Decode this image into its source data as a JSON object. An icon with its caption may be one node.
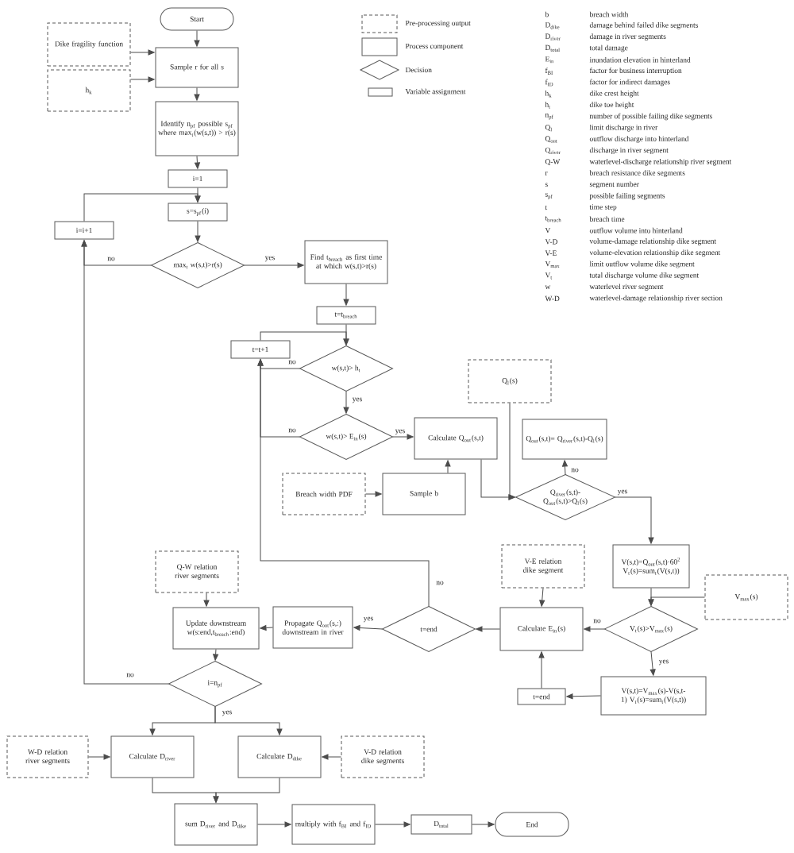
{
  "diagram": {
    "nodes": [
      {
        "text": [
          "Start"
        ]
      },
      {
        "text": [
          "Dike fragility function"
        ]
      },
      {
        "text": [
          "h$_{k}$"
        ]
      },
      {
        "text": [
          "Sample r for all  s"
        ]
      },
      {
        "text": [
          "Identify n$_{pf}$ possible s$_{pf}$ where max$_{t}$(w(s,t)) > r(s)"
        ]
      },
      {
        "text": [
          "i=1"
        ]
      },
      {
        "text": [
          "s=s$_{pf}$(i)"
        ]
      },
      {
        "text": [
          "i=i+1"
        ]
      },
      {
        "text": [
          "max$_{t}$ w(s,t)>r(s)"
        ]
      },
      {
        "text": [
          "Find t$_{breach}$ as first time at which w(s,t)>r(s)"
        ]
      },
      {
        "text": [
          "t=t$_{breach}$"
        ]
      },
      {
        "text": [
          "t=t+1"
        ]
      },
      {
        "text": [
          "w(s,t)> h$_{t}$"
        ]
      },
      {
        "text": [
          "w(s,t)> E$_{in}$(s)"
        ]
      },
      {
        "text": [
          "Breach width PDF"
        ]
      },
      {
        "text": [
          "Calculate Q$_{out}$(s,t)"
        ]
      },
      {
        "text": [
          "Sample b"
        ]
      },
      {
        "text": [
          "Q$_{l}$(s)"
        ]
      },
      {
        "text": [
          "Q$_{out}$(s,t)= Q$_{river}$(s,t)-Q$_{l}$(s)"
        ]
      },
      {
        "text": [
          "Q$_{river}$(s,t)- Q$_{out}$(s,t)>Q$_{l}$(s)"
        ]
      },
      {
        "text": [
          "V(s,t)=Q$_{out}$(s,t)·60$^{2}$ V$_{t}$(s)=sum$_{t}$(V(s,t))"
        ]
      },
      {
        "text": [
          "V-E relation dike segment"
        ]
      },
      {
        "text": [
          "V$_{max}$(s)"
        ]
      },
      {
        "text": [
          "V$_{t}$(s)>V$_{max}$(s)"
        ]
      },
      {
        "text": [
          "Calculate E$_{in}$(s)"
        ]
      },
      {
        "text": [
          "t=end"
        ]
      },
      {
        "text": [
          "V(s,t)=V$_{max}$(s)-V(s,t-1) V$_{t}$(s)=sum$_{t}$(V(s,t))"
        ]
      },
      {
        "text": [
          "t=end"
        ]
      },
      {
        "text": [
          "Propagate Q$_{out}$(s,:) downstream in river"
        ]
      },
      {
        "text": [
          "Q-W relation river segments"
        ]
      },
      {
        "text": [
          "Update downstream w(s:end,t$_{breach}$:end)"
        ]
      },
      {
        "text": [
          "i=n$_{pf}$"
        ]
      },
      {
        "text": [
          "W-D relation river segments"
        ]
      },
      {
        "text": [
          "Calculate  D$_{river}$"
        ]
      },
      {
        "text": [
          "Calculate D$_{dike}$"
        ]
      },
      {
        "text": [
          "V-D relation dike segments"
        ]
      },
      {
        "text": [
          "sum D$_{river}$ and D$_{dike}$"
        ]
      },
      {
        "text": [
          "multiply with f$_{BI}$ and f$_{ID}$"
        ]
      },
      {
        "text": [
          "D$_{total}$"
        ]
      },
      {
        "text": [
          "End"
        ]
      }
    ],
    "edges": [
      {
        "from": 0,
        "to": 3,
        "arrow": "to"
      },
      {
        "from": 1,
        "to": 3,
        "arrow": "to"
      },
      {
        "from": 2,
        "to": 3,
        "arrow": "to"
      },
      {
        "from": 3,
        "to": 4,
        "arrow": "to"
      },
      {
        "from": 4,
        "to": 5,
        "arrow": "to"
      },
      {
        "from": 5,
        "to": 6,
        "arrow": "to"
      },
      {
        "from": 6,
        "to": 8,
        "arrow": "to"
      },
      {
        "from": 8,
        "to": 9,
        "arrow": "to",
        "label": "yes"
      },
      {
        "from": 8,
        "to": 7,
        "arrow": "to",
        "label": "no"
      },
      {
        "from": 7,
        "to": 6,
        "arrow": "to"
      },
      {
        "from": 9,
        "to": 10,
        "arrow": "to"
      },
      {
        "from": 10,
        "to": 12,
        "arrow": "to"
      },
      {
        "from": 11,
        "to": 12,
        "arrow": "to"
      },
      {
        "from": 12,
        "to": 11,
        "arrow": "to",
        "label": "no"
      },
      {
        "from": 12,
        "to": 13,
        "arrow": "to",
        "label": "yes"
      },
      {
        "from": 13,
        "to": 11,
        "arrow": "to",
        "label": "no"
      },
      {
        "from": 13,
        "to": 15,
        "arrow": "to",
        "label": "yes"
      },
      {
        "from": 14,
        "to": 16,
        "arrow": "to"
      },
      {
        "from": 16,
        "to": 15,
        "arrow": "to"
      },
      {
        "from": 15,
        "to": 19,
        "arrow": "to"
      },
      {
        "from": 17,
        "to": 19,
        "arrow": "to"
      },
      {
        "from": 19,
        "to": 18,
        "arrow": "to",
        "label": "no"
      },
      {
        "from": 19,
        "to": 20,
        "arrow": "to",
        "label": "yes"
      },
      {
        "from": 20,
        "to": 23,
        "arrow": "to"
      },
      {
        "from": 22,
        "to": 23,
        "arrow": "to"
      },
      {
        "from": 21,
        "to": 24,
        "arrow": "to"
      },
      {
        "from": 23,
        "to": 24,
        "arrow": "to",
        "label": "no"
      },
      {
        "from": 23,
        "to": 26,
        "arrow": "to",
        "label": "yes"
      },
      {
        "from": 26,
        "to": 27,
        "arrow": "to"
      },
      {
        "from": 27,
        "to": 24,
        "arrow": "to"
      },
      {
        "from": 24,
        "to": 25,
        "arrow": "to"
      },
      {
        "from": 25,
        "to": 28,
        "arrow": "to",
        "label": "yes"
      },
      {
        "from": 25,
        "to": 11,
        "arrow": "to",
        "label": "no"
      },
      {
        "from": 28,
        "to": 30,
        "arrow": "to"
      },
      {
        "from": 29,
        "to": 30,
        "arrow": "to"
      },
      {
        "from": 30,
        "to": 31,
        "arrow": "to"
      },
      {
        "from": 31,
        "to": 7,
        "arrow": "to",
        "label": "no"
      },
      {
        "from": 31,
        "to": 33,
        "arrow": "to",
        "label": "yes"
      },
      {
        "from": 31,
        "to": 34,
        "arrow": "to"
      },
      {
        "from": 32,
        "to": 33,
        "arrow": "to"
      },
      {
        "from": 35,
        "to": 34,
        "arrow": "to"
      },
      {
        "from": 33,
        "to": 36,
        "arrow": "to"
      },
      {
        "from": 34,
        "to": 36,
        "arrow": "to"
      },
      {
        "from": 36,
        "to": 37,
        "arrow": "to"
      },
      {
        "from": 37,
        "to": 38,
        "arrow": "to"
      },
      {
        "from": 38,
        "to": 39,
        "arrow": "to"
      }
    ],
    "labels": [
      "b",
      "breach width",
      "D$_{dike}$",
      "damage behind failed dike segments",
      "D$_{river}$",
      "damage in river segments",
      "D$_{total}$",
      "total damage",
      "E$_{in}$",
      "inundation elevation in hinterland",
      "f$_{BI}$",
      "factor for business interruption",
      "f$_{ID}$",
      "factor for indirect damages",
      "h$_{k}$",
      "dike crest height",
      "h$_{t}$",
      "dike toe height",
      "n$_{pf}$",
      "number of possible failing dike segments",
      "Q$_{l}$",
      "limit discharge in river",
      "Q$_{out}$",
      "outflow discharge into hinterland",
      "Q$_{river}$",
      "discharge in river segment",
      "Q-W",
      "waterlevel-discharge relationship river segment",
      "r",
      "breach resistance dike segments",
      "s",
      "segment number",
      "s$_{pf}$",
      "possible failing segments",
      "t",
      "time step",
      "t$_{breach}$",
      "breach time",
      "V",
      "outflow volume into hinterland",
      "V-D",
      "volume-damage relationship dike segment",
      "V-E",
      "volume-elevation relationship dike segment",
      "V$_{max}$",
      "limit outflow volume dike segment",
      "V$_{t}$",
      "total discharge volume dike segment",
      "w",
      "waterlevel river segment",
      "W-D",
      "waterlevel-damage relationship river section"
    ],
    "legend": [
      {
        "text": "Pre-processing output"
      },
      {
        "text": "Process component"
      },
      {
        "text": "Decision"
      },
      {
        "text": "Variable assignment"
      }
    ]
  }
}
